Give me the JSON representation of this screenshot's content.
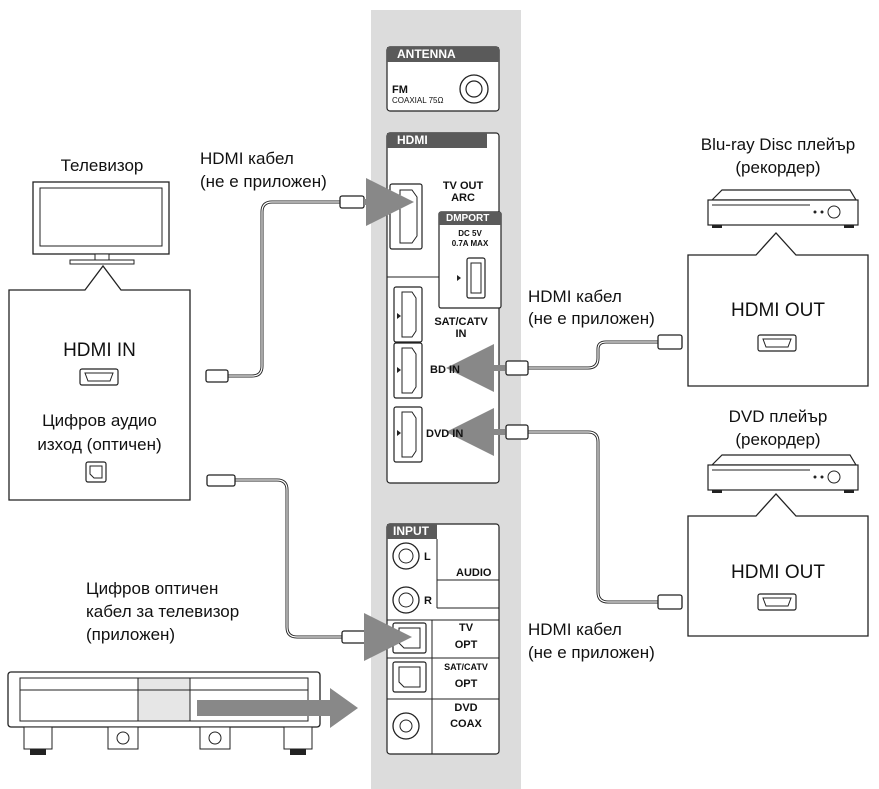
{
  "receiver_panel": {
    "antenna": {
      "header": "ANTENNA",
      "fm": "FM",
      "coaxial": "COAXIAL 75Ω"
    },
    "hdmi": {
      "header": "HDMI",
      "tv_out_line1": "TV OUT",
      "tv_out_line2": "ARC",
      "dmport": "DMPORT",
      "dmport_rating_line1": "DC 5V",
      "dmport_rating_line2": "0.7A MAX",
      "sat_catv_line1": "SAT/CATV",
      "sat_catv_line2": "IN",
      "bd_in": "BD IN",
      "dvd_in": "DVD IN"
    },
    "input": {
      "header": "INPUT",
      "audio": "AUDIO",
      "l": "L",
      "r": "R",
      "tv": "TV",
      "tv_opt": "OPT",
      "sat_catv": "SAT/CATV",
      "sat_catv_opt": "OPT",
      "dvd": "DVD",
      "dvd_coax": "COAX"
    }
  },
  "tv": {
    "title": "Телевизор",
    "hdmi_in": "HDMI IN",
    "digital_out_line1": "Цифров аудио",
    "digital_out_line2": "изход (оптичен)"
  },
  "cables": {
    "hdmi_tv_line1": "HDMI кабел",
    "hdmi_tv_line2": "(не е приложен)",
    "hdmi_bd_line1": "HDMI кабел",
    "hdmi_bd_line2": "(не е приложен)",
    "hdmi_dvd_line1": "HDMI кабел",
    "hdmi_dvd_line2": "(не е приложен)",
    "optical_line1": "Цифров оптичен",
    "optical_line2": "кабел за телевизор",
    "optical_line3": "(приложен)"
  },
  "bluray": {
    "title_line1": "Blu-ray Disc плейър",
    "title_line2": "(рекордер)",
    "hdmi_out": "HDMI OUT"
  },
  "dvd": {
    "title_line1": "DVD плейър",
    "title_line2": "(рекордер)",
    "hdmi_out": "HDMI OUT"
  },
  "colors": {
    "panel_bg": "#dcdcdc",
    "header_bg": "#5a5a5a",
    "arrow": "#888888",
    "cable": "#222222"
  }
}
